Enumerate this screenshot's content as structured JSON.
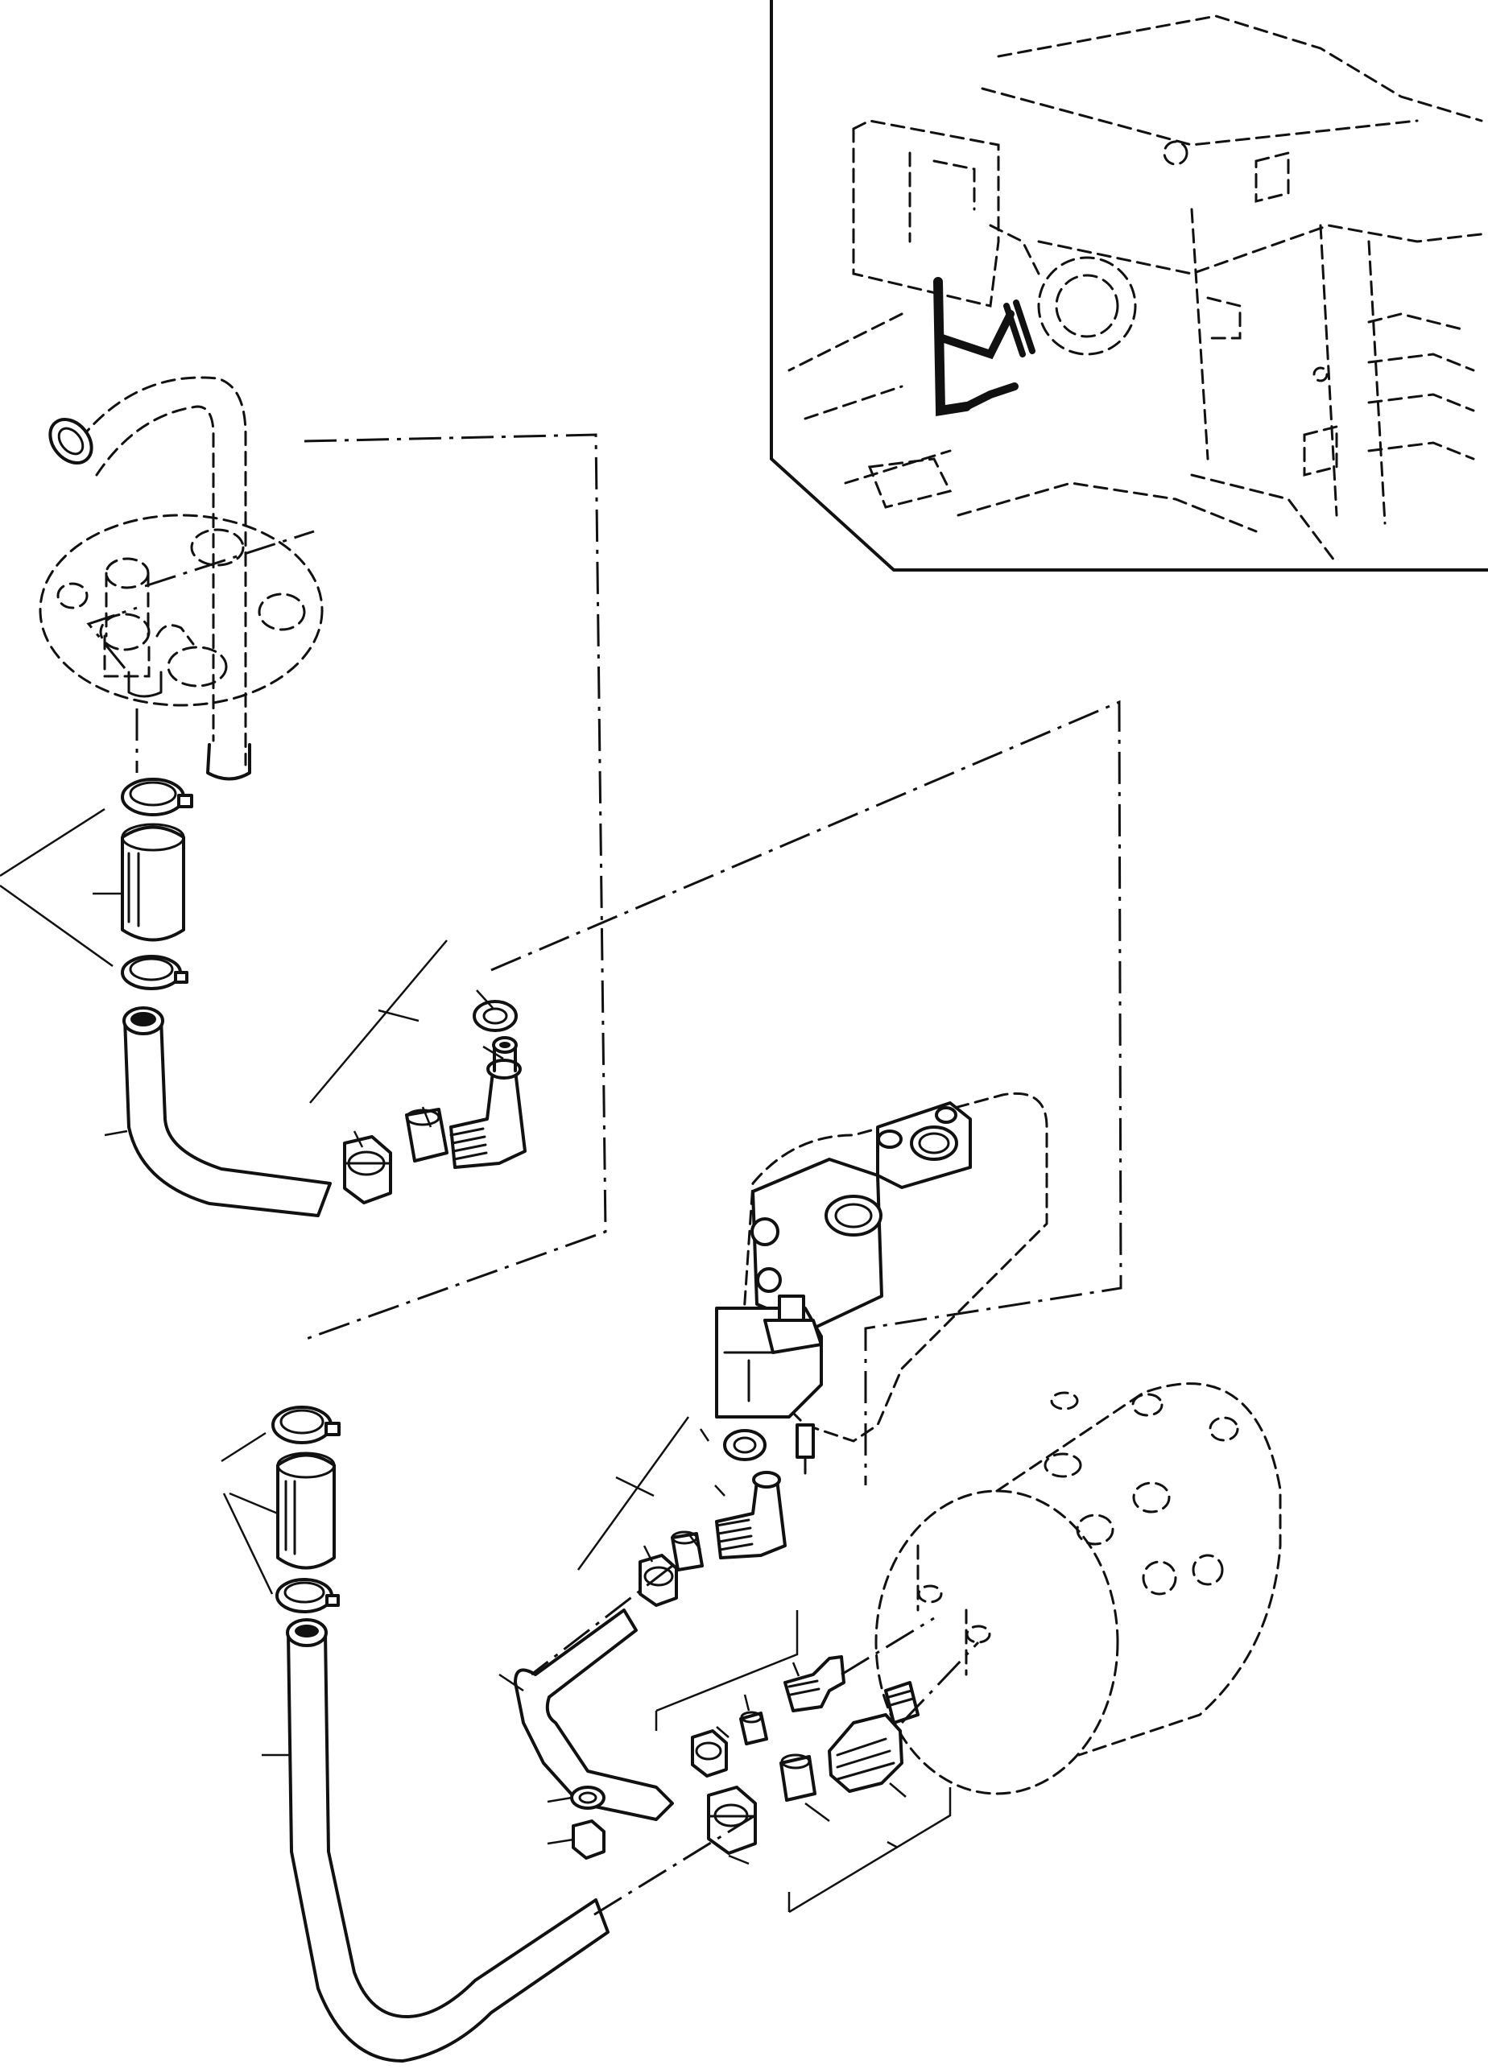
{
  "figure": {
    "kind": "exploded-parts-diagram",
    "callout_labels_visible": false,
    "inset": {
      "position": "top-right",
      "content": "machine-location-view"
    }
  },
  "colors": {
    "line": "#111111",
    "background": "#ffffff"
  }
}
